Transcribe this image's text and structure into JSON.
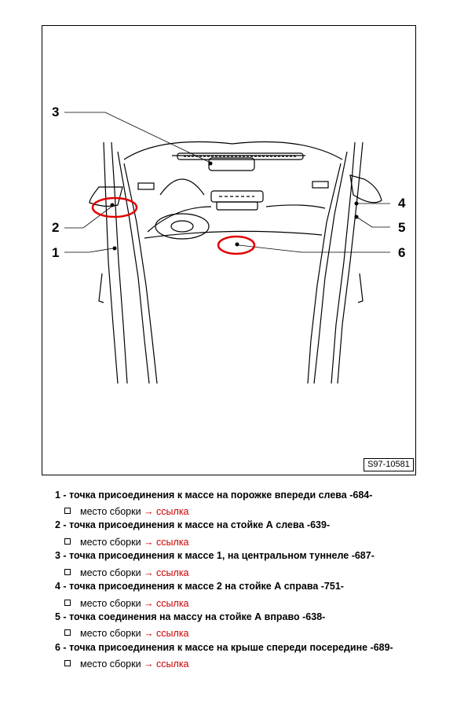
{
  "figure": {
    "code": "S97-10581",
    "callouts": [
      "1",
      "2",
      "3",
      "4",
      "5",
      "6"
    ],
    "highlight_color": "#e00000"
  },
  "legend": {
    "items": [
      {
        "number": "1 -",
        "text": "точка присоединения к массе на порожке впереди слева -684-",
        "sub_text": "место сборки",
        "link_text": "→ ссылка"
      },
      {
        "number": "2 -",
        "text": "точка присоединения к массе на стойке А слева -639-",
        "sub_text": "место сборки",
        "link_text": "→ ссылка"
      },
      {
        "number": "3 -",
        "text": "точка присоединения к массе 1, на центральном туннеле -687-",
        "sub_text": "место сборки",
        "link_text": "→ ссылка"
      },
      {
        "number": "4 -",
        "text": "точка присоединения к массе 2 на стойке А справа -751-",
        "sub_text": "место сборки",
        "link_text": "→ ссылка"
      },
      {
        "number": "5 -",
        "text": "точка соединения на массу на стойке А вправо -638-",
        "sub_text": "место сборки",
        "link_text": "→ ссылка"
      },
      {
        "number": "6 -",
        "text": "точка присоединения к массе на крыше спереди посередине -689-",
        "sub_text": "место сборки",
        "link_text": "→ ссылка"
      }
    ]
  }
}
